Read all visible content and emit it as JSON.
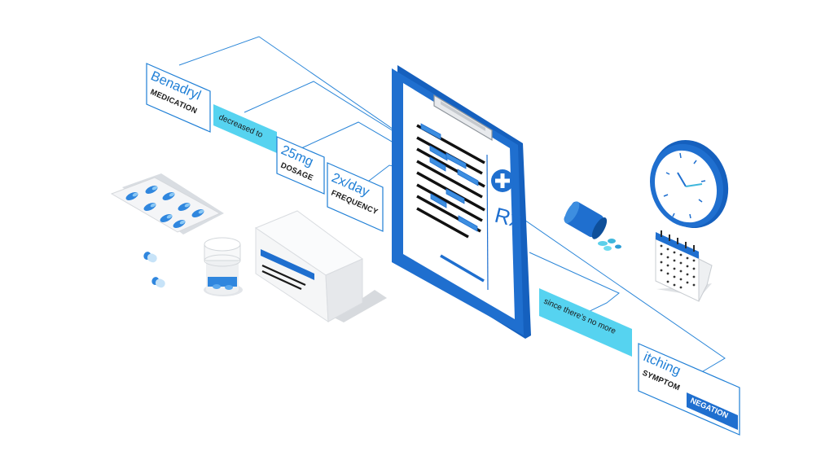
{
  "entities": {
    "benadryl": {
      "word": "Benadryl",
      "type": "MEDICATION"
    },
    "dosage": {
      "word": "25mg",
      "type": "DOSAGE"
    },
    "frequency": {
      "word": "2x/day",
      "type": "FREQUENCY"
    },
    "itching": {
      "word": "itching",
      "type": "SYMPTOM",
      "tag": "NEGATION"
    }
  },
  "relations": {
    "decreased_to": "decreased to",
    "since_no_more": "since there’s no more"
  },
  "clipboard": {
    "rx_label": "Rx"
  },
  "colors": {
    "primary_blue": "#1f6fcf",
    "light_blue": "#60b6ee",
    "cyan_tag": "#56d3f0",
    "text_dark": "#1a1a1a"
  },
  "icons": [
    "pill-blister-pack-icon",
    "capsule-icon",
    "pill-bottle-icon",
    "medicine-box-icon",
    "clipboard-icon",
    "spilled-pill-bottle-icon",
    "wall-clock-icon",
    "calendar-icon"
  ]
}
